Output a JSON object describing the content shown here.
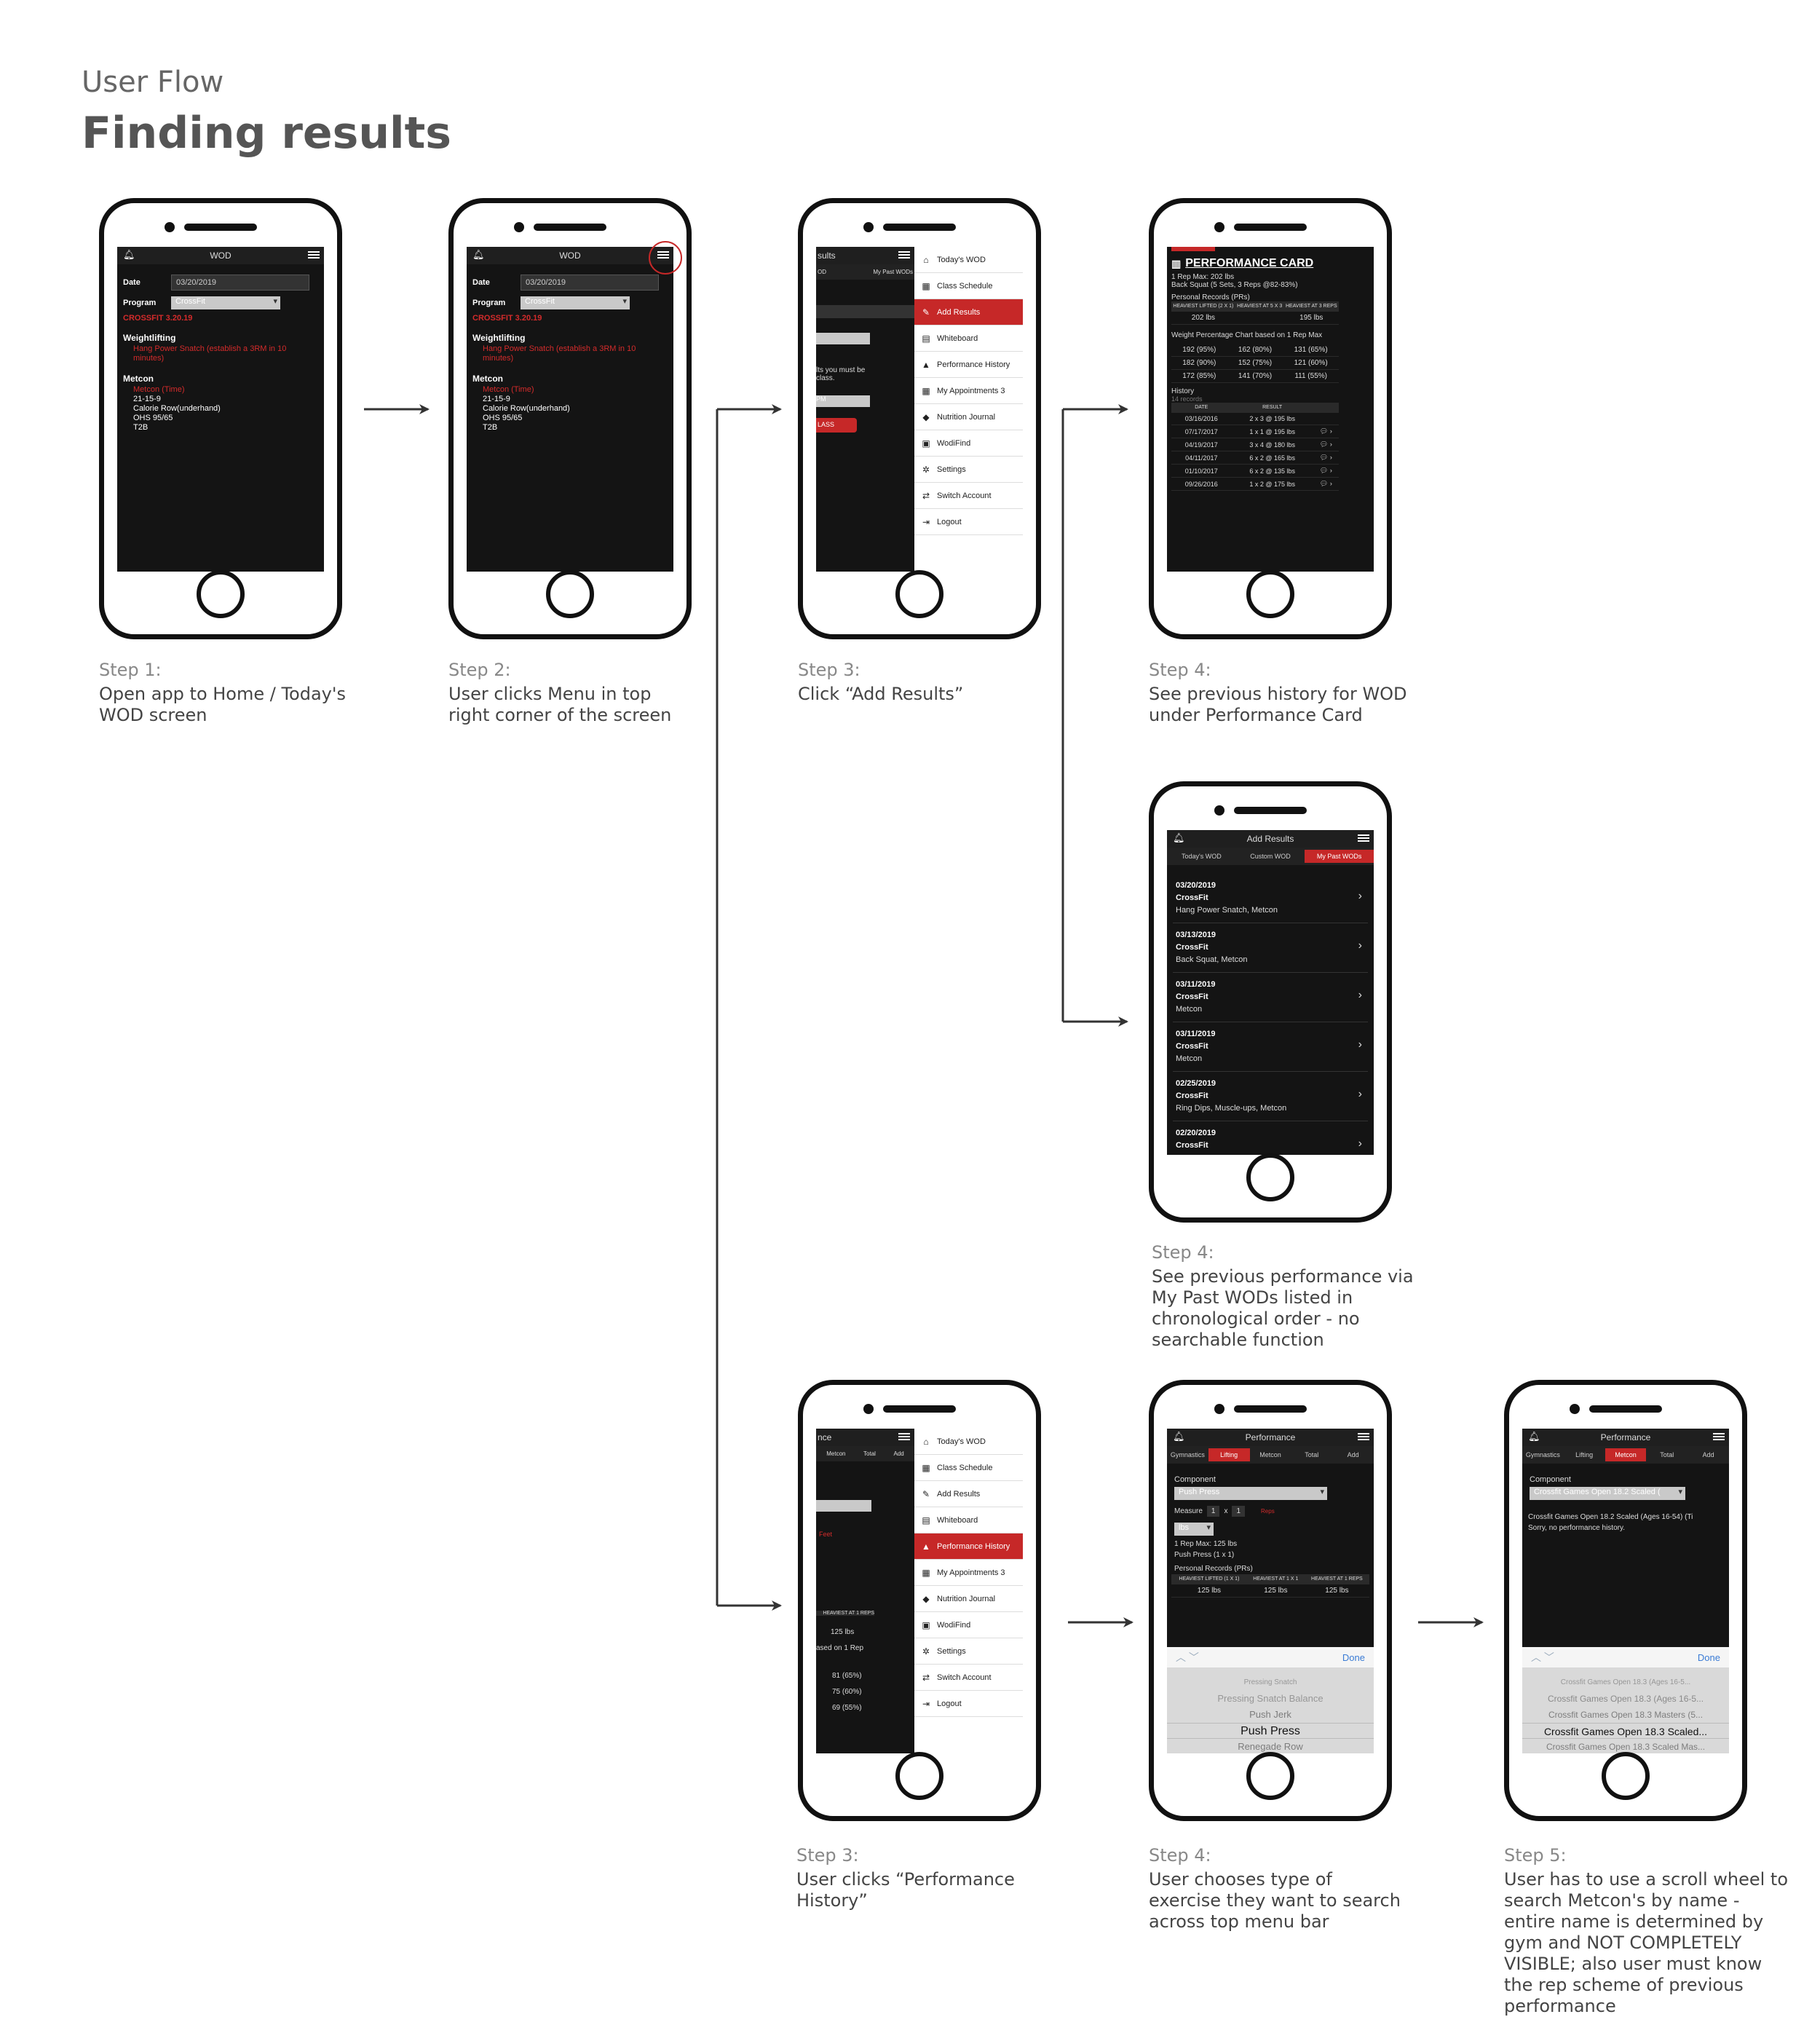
{
  "header": {
    "supertitle": "User Flow",
    "title": "Finding results"
  },
  "wod": {
    "title": "WOD",
    "date_label": "Date",
    "date_value": "03/20/2019",
    "program_label": "Program",
    "program_value": "CrossFit",
    "workout_name": "CROSSFIT 3.20.19",
    "section1": "Weightlifting",
    "section1_item": "Hang Power Snatch (establish a 3RM in 10 minutes)",
    "section2": "Metcon",
    "section2_item": "Metcon (Time)",
    "section2_lines": [
      "21-15-9",
      "Calorie Row(underhand)",
      "OHS 95/65",
      "T2B"
    ]
  },
  "menu": {
    "items": [
      {
        "icon": "⌂",
        "label": "Today's WOD"
      },
      {
        "icon": "▦",
        "label": "Class Schedule"
      },
      {
        "icon": "✎",
        "label": "Add Results"
      },
      {
        "icon": "▤",
        "label": "Whiteboard"
      },
      {
        "icon": "▲",
        "label": "Performance History"
      },
      {
        "icon": "▦",
        "label": "My Appointments 3"
      },
      {
        "icon": "◆",
        "label": "Nutrition Journal"
      },
      {
        "icon": "▣",
        "label": "WodiFind"
      },
      {
        "icon": "✲",
        "label": "Settings"
      },
      {
        "icon": "⇄",
        "label": "Switch Account"
      },
      {
        "icon": "⇥",
        "label": "Logout"
      }
    ],
    "peek_title": "sults",
    "peek_tab1": "OD",
    "peek_tab2": "My Past WODs",
    "peek_text": "lts you must be class.",
    "peek_pm": "PM",
    "peek_btn": "LASS"
  },
  "perf_card": {
    "title": "PERFORMANCE CARD",
    "rm": "1 Rep Max: 202 lbs",
    "exercise": "Back Squat (5 Sets, 3 Reps @82-83%)",
    "pr_label": "Personal Records (PRs)",
    "pr_headers": [
      "HEAVIEST LIFTED (2 X 1)",
      "HEAVIEST AT 5 X 3",
      "HEAVIEST AT 3 REPS"
    ],
    "pr_values": [
      "202 lbs",
      "",
      "195 lbs"
    ],
    "chart_label": "Weight Percentage Chart based on 1 Rep Max",
    "pct_rows": [
      [
        "192 (95%)",
        "162 (80%)",
        "131 (65%)"
      ],
      [
        "182 (90%)",
        "152 (75%)",
        "121 (60%)"
      ],
      [
        "172 (85%)",
        "141 (70%)",
        "111 (55%)"
      ]
    ],
    "history_label": "History",
    "history_count": "14 records",
    "history_headers": [
      "DATE",
      "RESULT"
    ],
    "history": [
      [
        "03/16/2016",
        "2 x 3 @ 195 lbs"
      ],
      [
        "07/17/2017",
        "1 x 1 @ 195 lbs"
      ],
      [
        "04/19/2017",
        "3 x 4 @ 180 lbs"
      ],
      [
        "04/11/2017",
        "6 x 2 @ 165 lbs"
      ],
      [
        "01/10/2017",
        "6 x 2 @ 135 lbs"
      ],
      [
        "09/26/2016",
        "1 x 2 @ 175 lbs"
      ]
    ]
  },
  "add_results": {
    "title": "Add Results",
    "tabs": [
      "Today's WOD",
      "Custom WOD",
      "My Past WODs"
    ],
    "items": [
      {
        "date": "03/20/2019",
        "program": "CrossFit",
        "desc": "Hang Power Snatch, Metcon"
      },
      {
        "date": "03/13/2019",
        "program": "CrossFit",
        "desc": "Back Squat, Metcon"
      },
      {
        "date": "03/11/2019",
        "program": "CrossFit",
        "desc": "Metcon"
      },
      {
        "date": "03/11/2019",
        "program": "CrossFit",
        "desc": "Metcon"
      },
      {
        "date": "02/25/2019",
        "program": "CrossFit",
        "desc": "Ring Dips, Muscle-ups, Metcon"
      },
      {
        "date": "02/20/2019",
        "program": "CrossFit",
        "desc": ""
      }
    ]
  },
  "perf_menu_peek": {
    "title": "nce",
    "tabs": [
      "Metcon",
      "Total",
      "Add"
    ],
    "red_text": "Feet",
    "pr_header": "HEAVIEST AT 1 REPS",
    "pr_value": "125 lbs",
    "chart": "ased on 1 Rep",
    "pct": [
      "81 (65%)",
      "75 (60%)",
      "69 (55%)"
    ]
  },
  "performance_lifting": {
    "title": "Performance",
    "tabs": [
      "Gymnastics",
      "Lifting",
      "Metcon",
      "Total",
      "Add"
    ],
    "component_label": "Component",
    "component_value": "Push Press",
    "measure_label": "Measure",
    "measure_a": "1",
    "measure_x": "x",
    "measure_b": "1",
    "measure_red": "Reps",
    "unit": "lbs",
    "rm": "1 Rep Max: 125 lbs",
    "exercise": "Push Press (1 x 1)",
    "pr_label": "Personal Records (PRs)",
    "pr_headers": [
      "HEAVIEST LIFTED (1 X 1)",
      "HEAVIEST AT 1 X 1",
      "HEAVIEST AT 1 REPS"
    ],
    "pr_values": [
      "125 lbs",
      "125 lbs",
      "125 lbs"
    ],
    "done": "Done",
    "picker": [
      "Pressing Snatch",
      "Pressing Snatch Balance",
      "Push Jerk",
      "Push Press",
      "Renegade Row"
    ]
  },
  "performance_metcon": {
    "title": "Performance",
    "tabs": [
      "Gymnastics",
      "Lifting",
      "Metcon",
      "Total",
      "Add"
    ],
    "component_label": "Component",
    "component_value": "Crossfit Games Open 18.2 Scaled (",
    "result_name": "Crossfit Games Open 18.2 Scaled (Ages 16-54) (Ti",
    "result_text": "Sorry, no performance history.",
    "done": "Done",
    "picker": [
      "Crossfit Games Open 18.3 (Ages 16-5...",
      "Crossfit Games Open 18.3 (Ages 16-5...",
      "Crossfit Games Open 18.3 Masters (5...",
      "Crossfit Games Open 18.3 Scaled...",
      "Crossfit Games Open 18.3 Scaled Mas..."
    ]
  },
  "captions": {
    "s1_step": "Step 1:",
    "s1_text": "Open app to Home / Today's WOD screen",
    "s2_step": "Step 2:",
    "s2_text": "User clicks Menu in top right corner of the screen",
    "s3_step": "Step 3:",
    "s3_text": "Click “Add Results”",
    "s4a_step": "Step 4:",
    "s4a_text": "See previous history for WOD under Performance Card",
    "s4b_step": "Step 4:",
    "s4b_text": "See previous performance via My Past WODs listed in chronological order - no searchable function",
    "s3b_step": "Step 3:",
    "s3b_text": "User clicks “Performance History”",
    "s4c_step": "Step 4:",
    "s4c_text": "User chooses type of exercise they want to search across top menu bar",
    "s5_step": "Step 5:",
    "s5_text": "User has to use a scroll wheel to search Metcon's by name - entire name is determined by gym and NOT COMPLETELY VISIBLE; also user must know the rep scheme of previous performance"
  },
  "colors": {
    "accent": "#c62828",
    "screen_bg": "#141414"
  }
}
